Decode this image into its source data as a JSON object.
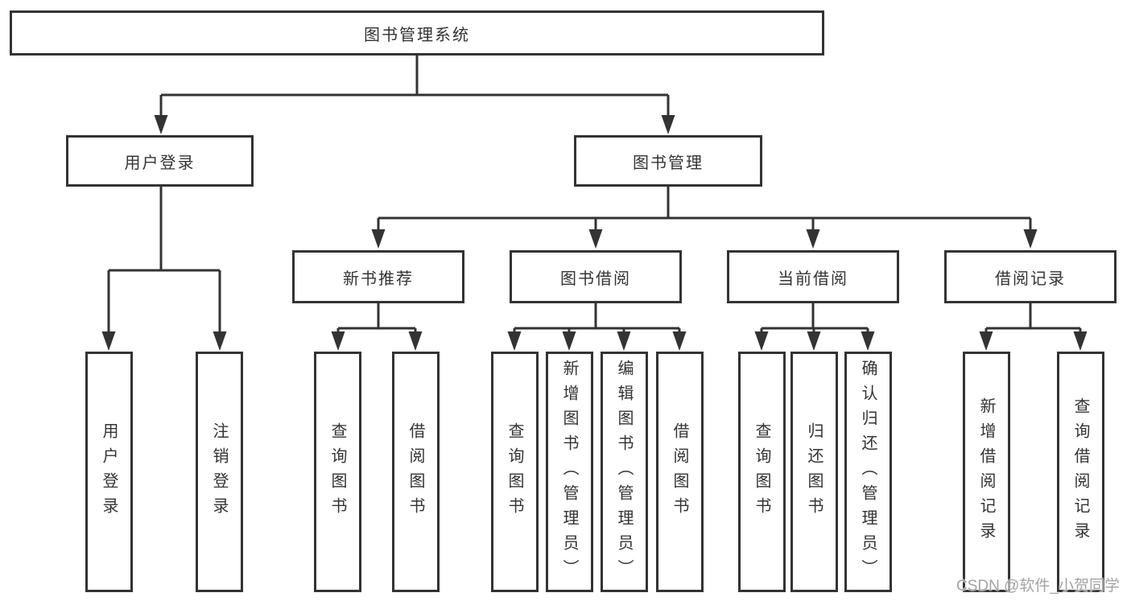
{
  "diagram": {
    "root": {
      "label": "图书管理系统"
    },
    "branches": [
      {
        "label": "用户登录",
        "leaves": [
          "用户登录",
          "注销登录"
        ]
      },
      {
        "label": "图书管理",
        "sections": [
          {
            "label": "新书推荐",
            "leaves": [
              "查询图书",
              "借阅图书"
            ]
          },
          {
            "label": "图书借阅",
            "leaves": [
              "查询图书",
              "新增图书（管理员）",
              "编辑图书（管理员）",
              "借阅图书"
            ]
          },
          {
            "label": "当前借阅",
            "leaves": [
              "查询图书",
              "归还图书",
              "确认归还（管理员）"
            ]
          },
          {
            "label": "借阅记录",
            "leaves": [
              "新增借阅记录",
              "查询借阅记录"
            ]
          }
        ]
      }
    ]
  },
  "watermark": {
    "text": "CSDN @软件_小贺同学"
  },
  "colors": {
    "line": "#333333",
    "text": "#333333",
    "background": "#ffffff",
    "watermark": "#a3a3a3"
  }
}
